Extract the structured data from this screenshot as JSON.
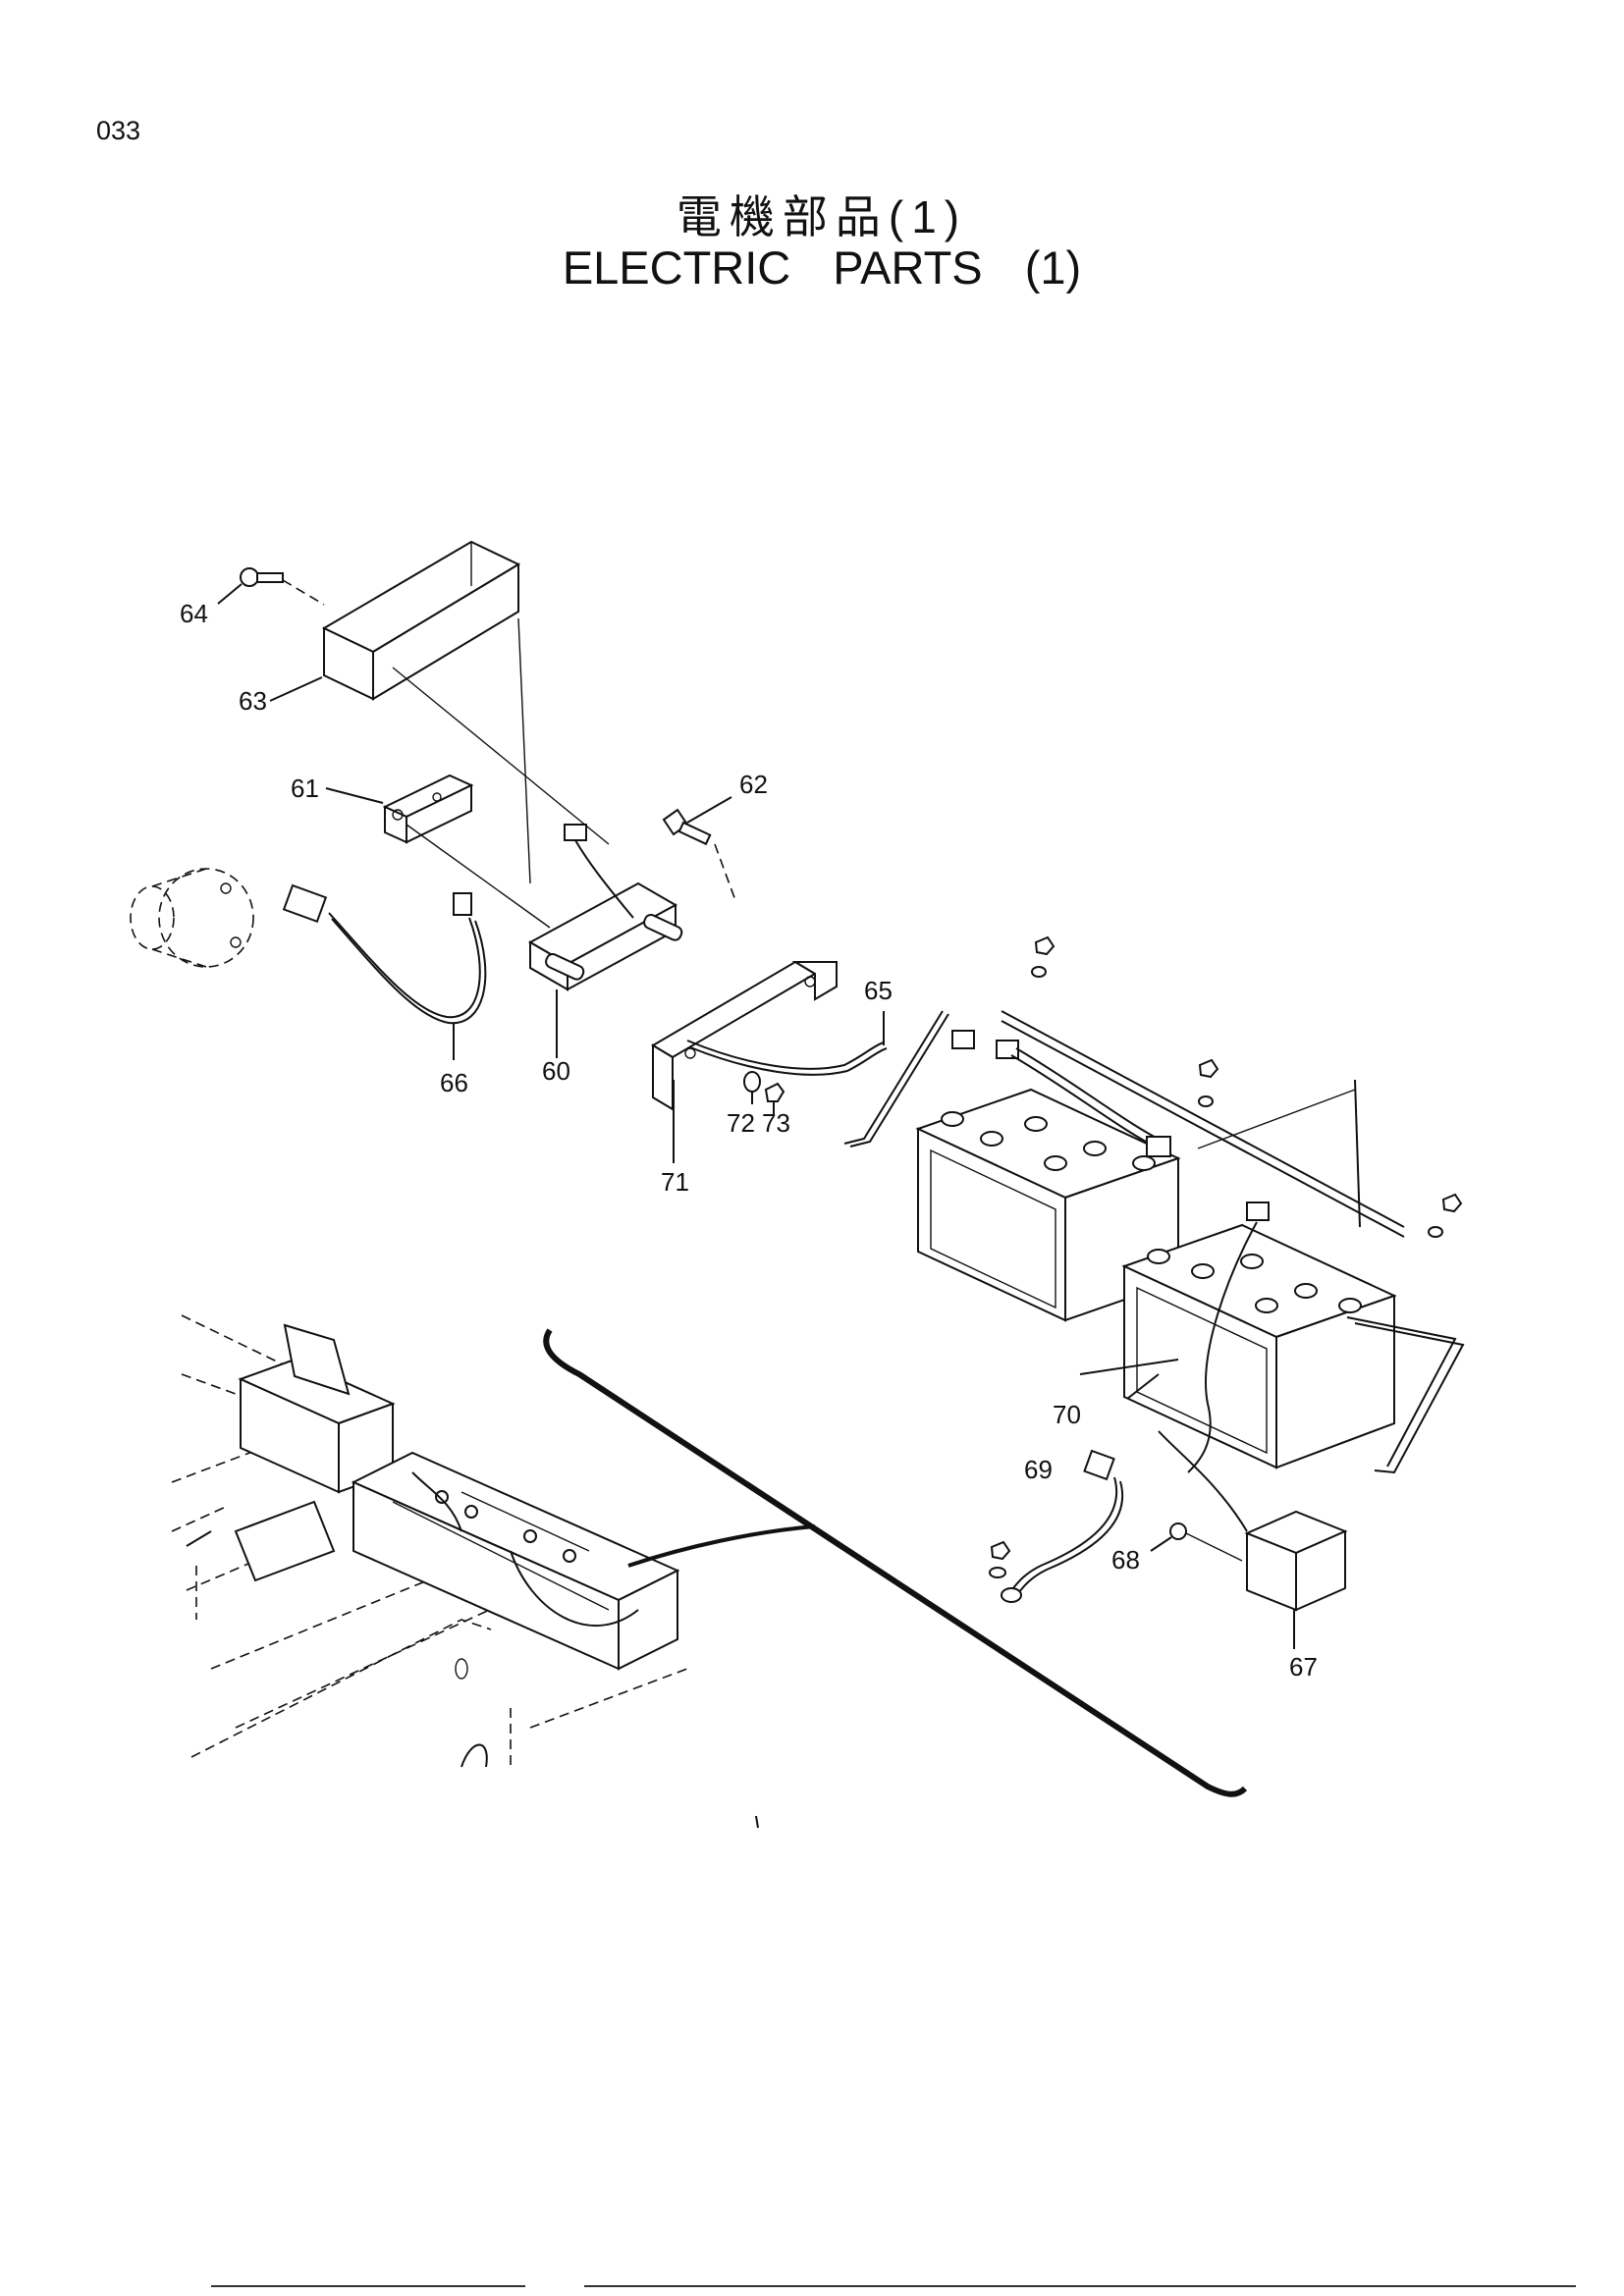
{
  "page": {
    "number": "033"
  },
  "title": {
    "japanese": "電機部品(1)",
    "english": "ELECTRIC   PARTS (1)"
  },
  "callouts": [
    {
      "id": "c60",
      "label": "60"
    },
    {
      "id": "c61",
      "label": "61"
    },
    {
      "id": "c62",
      "label": "62"
    },
    {
      "id": "c63",
      "label": "63"
    },
    {
      "id": "c64",
      "label": "64"
    },
    {
      "id": "c65",
      "label": "65"
    },
    {
      "id": "c66",
      "label": "66"
    },
    {
      "id": "c67",
      "label": "67"
    },
    {
      "id": "c68",
      "label": "68"
    },
    {
      "id": "c69",
      "label": "69"
    },
    {
      "id": "c70",
      "label": "70"
    },
    {
      "id": "c71",
      "label": "71"
    },
    {
      "id": "c72",
      "label": "72"
    },
    {
      "id": "c73",
      "label": "73"
    }
  ]
}
